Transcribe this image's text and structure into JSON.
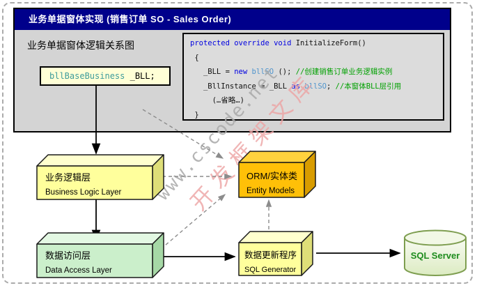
{
  "title_bar": {
    "text": "业务单据窗体实现  (销售订单 SO - Sales Order)"
  },
  "panel": {
    "heading": "业务单据窗体逻辑关系图",
    "declaration": {
      "type": "bllBaseBusiness",
      "rest": " _BLL;"
    }
  },
  "code": {
    "lines": [
      {
        "segs": [
          {
            "t": "protected override void ",
            "s": "kw"
          },
          {
            "t": "InitializeForm()",
            "s": "pl"
          }
        ]
      },
      {
        "segs": [
          {
            "t": " {",
            "s": "pl"
          }
        ]
      },
      {
        "segs": [
          {
            "t": "   _BLL = ",
            "s": "pl"
          },
          {
            "t": "new ",
            "s": "kw"
          },
          {
            "t": "bllSO ",
            "s": "ty"
          },
          {
            "t": "(); ",
            "s": "pl"
          },
          {
            "t": "//创建销售订单业务逻辑实例",
            "s": "cm"
          }
        ]
      },
      {
        "segs": [
          {
            "t": "   _BllInstance = _BLL ",
            "s": "pl"
          },
          {
            "t": "as ",
            "s": "kw"
          },
          {
            "t": "bllSO",
            "s": "ty"
          },
          {
            "t": "; ",
            "s": "pl"
          },
          {
            "t": "//本窗体BLL层引用",
            "s": "cm"
          }
        ]
      },
      {
        "segs": [
          {
            "t": "     (…省略…)",
            "s": "pl"
          }
        ]
      },
      {
        "segs": [
          {
            "t": " }",
            "s": "pl"
          }
        ]
      }
    ]
  },
  "watermark": {
    "line1": "www.cscode.net",
    "line2": "开发框架文库"
  },
  "nodes": {
    "bll": {
      "cn": "业务逻辑层",
      "en": "Business Logic Layer"
    },
    "dal": {
      "cn": "数据访问层",
      "en": "Data Access Layer"
    },
    "orm": {
      "cn": "ORM/实体类",
      "en": "Entity Models"
    },
    "sqlgen": {
      "cn": "数据更新程序",
      "en": "SQL Generator"
    },
    "database": {
      "label": "SQL Server"
    }
  },
  "colors": {
    "title_bg": "#00008B",
    "panel_bg": "#D4D4D4",
    "code_bg": "#DCDCDC",
    "decl_bg": "#FFFFD6",
    "keyword": "#0000E0",
    "type": "#3D9B9B",
    "type_code": "#4F94CD",
    "comment": "#00A000",
    "yellow_front": "#FFFF9C",
    "green_front": "#CBEFCB",
    "gold_front": "#FFC008",
    "db_text": "#1E8C1E"
  }
}
